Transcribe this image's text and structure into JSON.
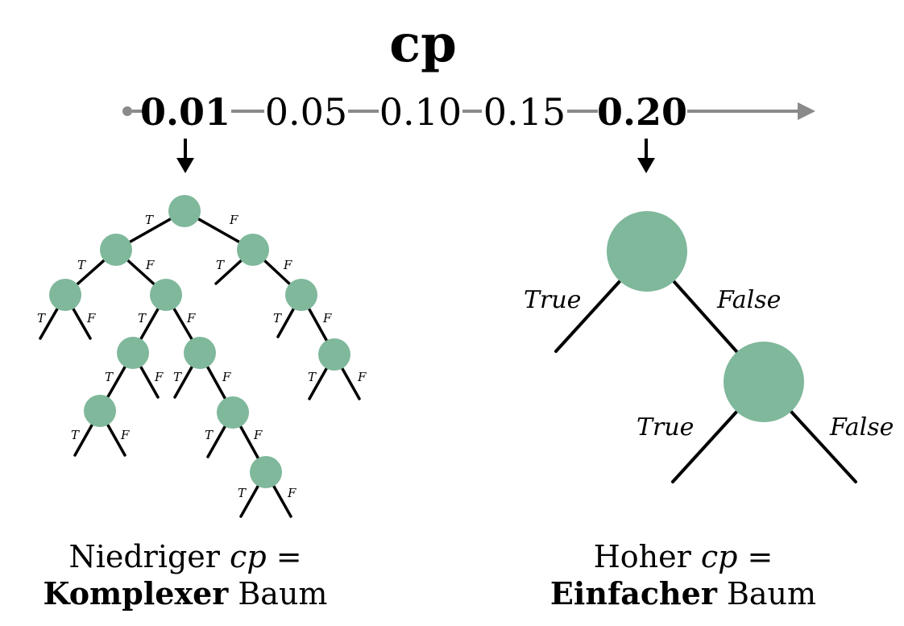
{
  "title": "cp",
  "scale": {
    "values": [
      "0.01",
      "0.05",
      "0.10",
      "0.15",
      "0.20"
    ],
    "highlighted": [
      "0.01",
      "0.20"
    ]
  },
  "colors": {
    "node": "#7fb89b",
    "axis": "#8a8a8a",
    "ink": "#000000"
  },
  "branch_labels": {
    "small_true": "T",
    "small_false": "F",
    "big_true": "True",
    "big_false": "False"
  },
  "captions": {
    "left": {
      "line1_prefix": "Niedriger ",
      "line1_var": "cp",
      "line1_suffix": " =",
      "line2_bold": "Komplexer",
      "line2_rest": " Baum"
    },
    "right": {
      "line1_prefix": "Hoher ",
      "line1_var": "cp",
      "line1_suffix": " =",
      "line2_bold": "Einfacher",
      "line2_rest": " Baum"
    }
  }
}
